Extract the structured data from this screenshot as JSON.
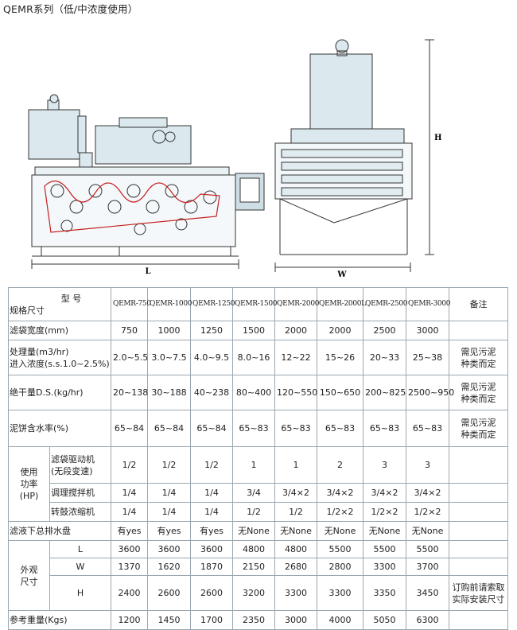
{
  "title": "QEMR系列（低/中浓度使用）",
  "drawing": {
    "dim_L": "L",
    "dim_W": "W",
    "dim_H": "H"
  },
  "table": {
    "header": {
      "type_label": "型 号",
      "spec_label": "规格尺寸",
      "models": [
        "QEMR-750",
        "QEMR-1000",
        "QEMR-1250",
        "QEMR-1500",
        "QEMR-2000",
        "QEMR-2000L",
        "QEMR-2500",
        "QEMR-3000"
      ],
      "remark": "备注"
    },
    "belt_width": {
      "label": "滤袋宽度(mm)",
      "values": [
        "750",
        "1000",
        "1250",
        "1500",
        "2000",
        "2000",
        "2500",
        "3000"
      ]
    },
    "capacity": {
      "label1": "处理量(m3/hr)",
      "label2": "进入浓度(s.s.1.0~2.5%)",
      "values": [
        "2.0~5.5",
        "3.0~7.5",
        "4.0~9.5",
        "8.0~16",
        "12~22",
        "15~26",
        "20~33",
        "25~38"
      ],
      "note1": "需见污泥",
      "note2": "种类而定"
    },
    "dry_solids": {
      "label": "绝干量D.S.(kg/hr)",
      "values": [
        "20~138",
        "30~188",
        "40~238",
        "80~400",
        "120~550",
        "150~650",
        "200~825",
        "2500~950"
      ],
      "note1": "需见污泥",
      "note2": "种类而定"
    },
    "cake_moisture": {
      "label": "泥饼含水率(%)",
      "values": [
        "65~84",
        "65~84",
        "65~84",
        "65~83",
        "65~83",
        "65~83",
        "65~83",
        "65~83"
      ],
      "note1": "需见污泥",
      "note2": "种类而定"
    },
    "power": {
      "group1": "使用",
      "group2": "功率",
      "group3": "(HP)",
      "belt_drive": {
        "label1": "滤袋驱动机",
        "label2": "(无段变速)",
        "values": [
          "1/2",
          "1/2",
          "1/2",
          "1",
          "1",
          "2",
          "3",
          "3"
        ]
      },
      "mixer": {
        "label": "调理搅拌机",
        "values": [
          "1/4",
          "1/4",
          "1/4",
          "3/4",
          "3/4×2",
          "3/4×2",
          "3/4×2",
          "3/4×2"
        ]
      },
      "drum": {
        "label": "转鼓浓缩机",
        "values": [
          "1/4",
          "1/4",
          "1/4",
          "1/2",
          "1/2",
          "1/2×2",
          "1/2×2",
          "1/2×2"
        ]
      }
    },
    "drain_pan": {
      "label": "滤液下总排水盘",
      "values": [
        "有yes",
        "有yes",
        "有yes",
        "无None",
        "无None",
        "无None",
        "无None",
        "无None"
      ]
    },
    "dimensions": {
      "group1": "外观",
      "group2": "尺寸",
      "L": {
        "label": "L",
        "values": [
          "3600",
          "3600",
          "3600",
          "4800",
          "4800",
          "5500",
          "5500",
          "5500"
        ]
      },
      "W": {
        "label": "W",
        "values": [
          "1370",
          "1620",
          "1870",
          "2150",
          "2680",
          "2800",
          "3300",
          "3700"
        ]
      },
      "H": {
        "label": "H",
        "values": [
          "2400",
          "2600",
          "2600",
          "3200",
          "3300",
          "3300",
          "3350",
          "3450"
        ],
        "note1": "订购前请索取",
        "note2": "实际安装尺寸"
      }
    },
    "weight": {
      "label": "参考重量(Kgs)",
      "values": [
        "1200",
        "1450",
        "1700",
        "2350",
        "3000",
        "4000",
        "5050",
        "6300"
      ]
    }
  }
}
